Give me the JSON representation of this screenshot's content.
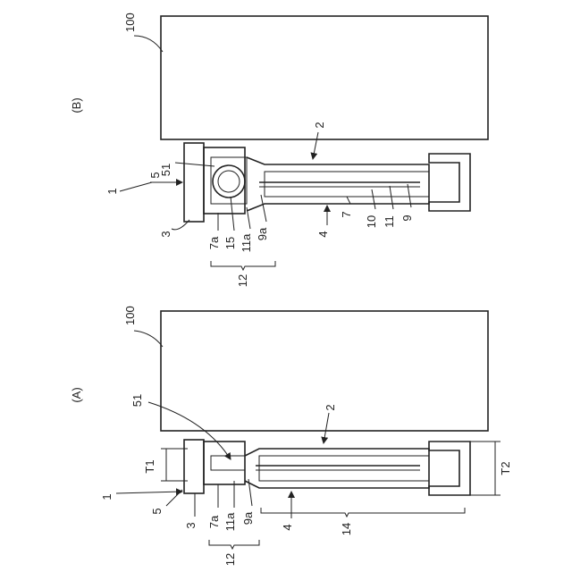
{
  "panels": [
    {
      "id": "B",
      "panel_label": "(B)",
      "labels": {
        "heatsink": "100",
        "module": "1",
        "attach": "5",
        "plate": "3",
        "layer51": "51",
        "bracket12": "12",
        "part7a": "7a",
        "part15": "15",
        "part11a": "11a",
        "part9a": "9a",
        "part4": "4",
        "part7": "7",
        "part10": "10",
        "part11": "11",
        "part9": "9",
        "part2": "2"
      }
    },
    {
      "id": "A",
      "panel_label": "(A)",
      "labels": {
        "heatsink": "100",
        "module": "1",
        "attach": "5",
        "plate": "3",
        "layer51": "51",
        "bracket12": "12",
        "part7a": "7a",
        "part11a": "11a",
        "part9a": "9a",
        "part4": "4",
        "part14": "14",
        "part2": "2",
        "dimT1": "T1",
        "dimT2": "T2"
      }
    }
  ]
}
